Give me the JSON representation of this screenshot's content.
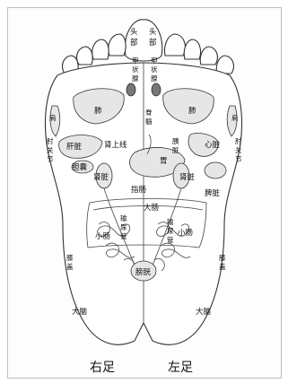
{
  "labels": {
    "head_r1": "头",
    "head_r2": "部",
    "head_l1": "头",
    "head_l2": "部",
    "thyroid_r1": "甲",
    "thyroid_r2": "状",
    "thyroid_r3": "腺",
    "thyroid_l1": "甲",
    "thyroid_l2": "状",
    "thyroid_l3": "腺",
    "lung_r": "肺",
    "lung_l": "肺",
    "spine1": "脊",
    "spine2": "髓",
    "shoulder_r": "肩",
    "shoulder_l": "肩",
    "liver": "肝脏",
    "heart": "心脏",
    "adrenal": "肾上线",
    "pancreas1": "胰",
    "pancreas2": "脏",
    "stomach": "胃",
    "gall": "胆囊",
    "kidney_r": "肾脏",
    "kidney_l": "肾脏",
    "duodenum": "指肠",
    "spleen": "脾脏",
    "colon": "大肠",
    "ureter_r1": "输",
    "ureter_r2": "尿",
    "ureter_r3": "管",
    "ureter_l1": "输",
    "ureter_l2": "尿",
    "ureter_l3": "管",
    "small_r": "小肠",
    "small_l": "小肠",
    "bladder": "膀胱",
    "knee_r1": "膝",
    "knee_r2": "盖",
    "knee_l1": "膝",
    "knee_l2": "盖",
    "bigbrain_r": "大脑",
    "bigbrain_l": "大脑",
    "joint_r1": "肘",
    "joint_r2": "关",
    "joint_r3": "节",
    "joint_l1": "肘",
    "joint_l2": "关",
    "joint_l3": "节"
  },
  "captions": {
    "right_foot": "右足",
    "left_foot": "左足"
  }
}
